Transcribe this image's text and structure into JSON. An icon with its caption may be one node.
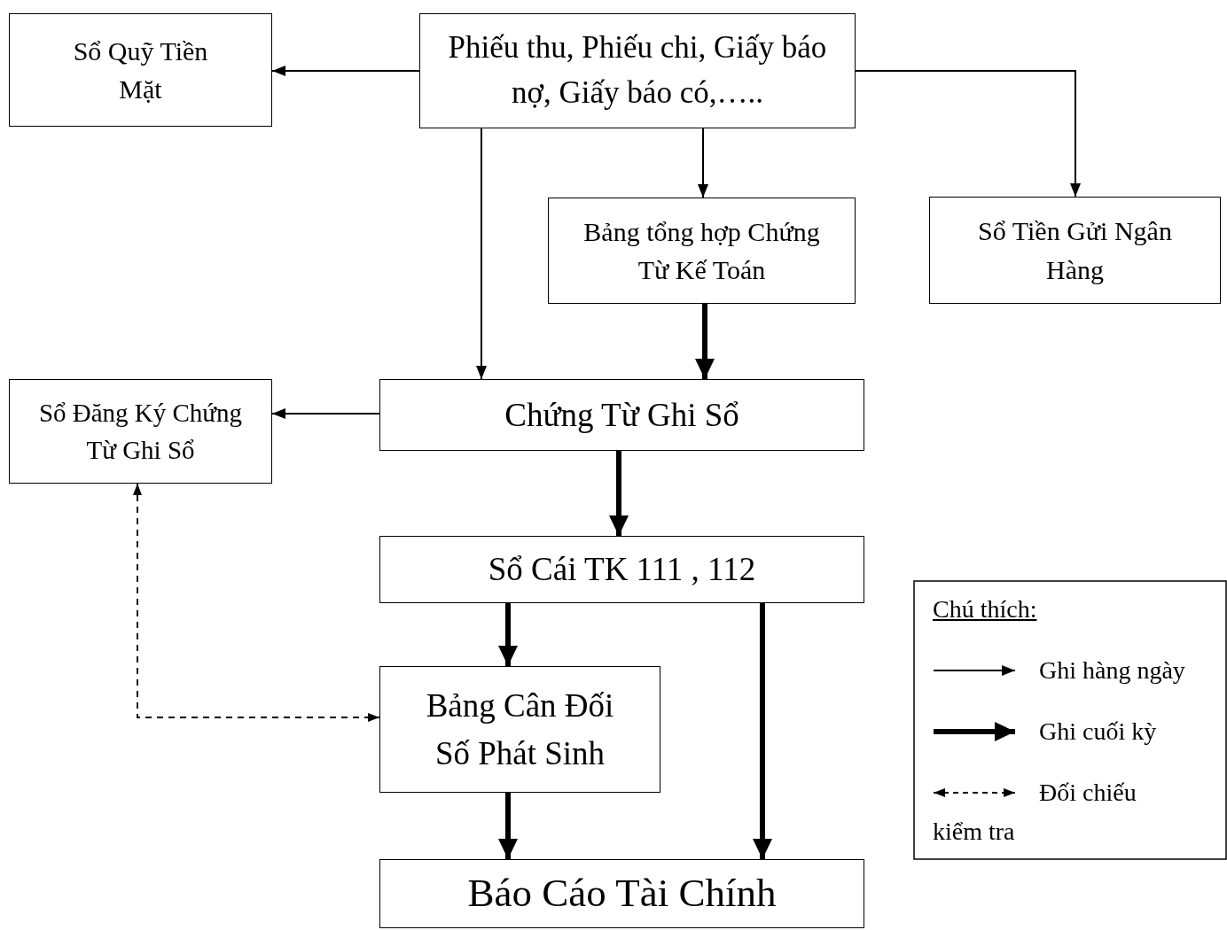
{
  "diagram": {
    "nodes": [
      {
        "text": [
          "Sổ Quỹ Tiền Mặt"
        ]
      },
      {
        "text": [
          "Phiếu thu, Phiếu chi, Giấy báo nợ, Giấy báo có,….."
        ]
      },
      {
        "text": [
          "Bảng tổng hợp Chứng Từ Kế Toán"
        ]
      },
      {
        "text": [
          "Sổ Tiền Gửi Ngân Hàng"
        ]
      },
      {
        "text": [
          "Sổ Đăng Ký Chứng Từ Ghi Sổ"
        ]
      },
      {
        "text": [
          "Chứng Từ Ghi Sổ"
        ]
      },
      {
        "text": [
          "Sổ Cái TK 111 , 112"
        ]
      },
      {
        "text": [
          "Bảng Cân Đối Số Phát Sinh"
        ]
      },
      {
        "text": [
          "Báo Cáo Tài Chính"
        ]
      }
    ],
    "edges": [
      {
        "from": 1,
        "to": 0,
        "arrow": "to"
      },
      {
        "from": 1,
        "to": 2,
        "arrow": "to"
      },
      {
        "from": 1,
        "to": 3,
        "arrow": "to"
      },
      {
        "from": 1,
        "to": 5,
        "arrow": "to"
      },
      {
        "from": 2,
        "to": 5,
        "arrow": "to",
        "style": "thick"
      },
      {
        "from": 5,
        "to": 4,
        "arrow": "to"
      },
      {
        "from": 5,
        "to": 6,
        "arrow": "to",
        "style": "thick"
      },
      {
        "from": 6,
        "to": 7,
        "arrow": "to",
        "style": "thick"
      },
      {
        "from": 6,
        "to": 8,
        "arrow": "to",
        "style": "thick"
      },
      {
        "from": 7,
        "to": 8,
        "arrow": "to",
        "style": "thick"
      },
      {
        "from": 4,
        "to": 7,
        "arrow": "both",
        "style": "dashed"
      }
    ],
    "labels": [
      "Chú thích:"
    ],
    "legend": [
      {
        "text": "Ghi hàng ngày"
      },
      {
        "text": "Ghi cuối kỳ"
      },
      {
        "text": "Đối chiếu kiểm tra"
      }
    ]
  }
}
